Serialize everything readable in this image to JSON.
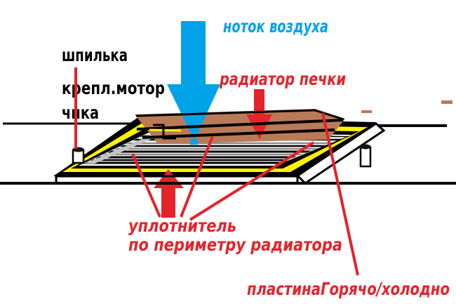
{
  "diagram": {
    "type": "paint-style annotated sketch of a car heater radiator assembly",
    "labels": {
      "air_flow": "ноток воздуха",
      "stud_line1": "шпилька",
      "stud_line2": "крепл.мотор",
      "stud_line3": "чика",
      "heater_radiator": "радиатор печки",
      "seal_line1": "уплотнитель",
      "seal_line2": "по периметру радиатора",
      "plate": "пластинаГорячо/холодно"
    },
    "colors": {
      "air_blue": "#00A2E8",
      "annotation_red": "#E4232B",
      "plate_brown": "#B97A57",
      "frame_yellow": "#FFF200",
      "strip_gray": "#C3C3C3",
      "grid_gray": "#8C8C8C",
      "line_black": "#000000",
      "background": "#FFFFFF"
    }
  }
}
